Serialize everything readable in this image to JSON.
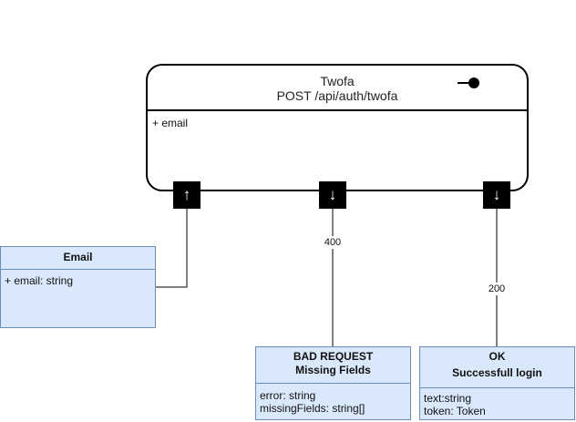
{
  "endpoint": {
    "name": "Twofa",
    "route": "POST /api/auth/twofa",
    "fields": [
      "+ email"
    ]
  },
  "ports": [
    {
      "id": "input",
      "arrow": "↑"
    },
    {
      "id": "bad-request",
      "arrow": "↓"
    },
    {
      "id": "ok",
      "arrow": "↓"
    }
  ],
  "edges": [
    {
      "from": "bad-request",
      "label": "400"
    },
    {
      "from": "ok",
      "label": "200"
    }
  ],
  "boxes": {
    "email": {
      "title": "Email",
      "subtitle": "",
      "fields": [
        "+ email: string"
      ]
    },
    "bad_request": {
      "title": "BAD REQUEST",
      "subtitle": "Missing Fields",
      "fields": [
        "error: string",
        "missingFields: string[]"
      ]
    },
    "ok": {
      "title": "OK",
      "subtitle": "Successfull login",
      "fields": [
        "text:string",
        "token: Token"
      ]
    }
  },
  "colors": {
    "box_fill": "#dae8fc",
    "box_border": "#6c8ebf",
    "port_fill": "#000000"
  }
}
